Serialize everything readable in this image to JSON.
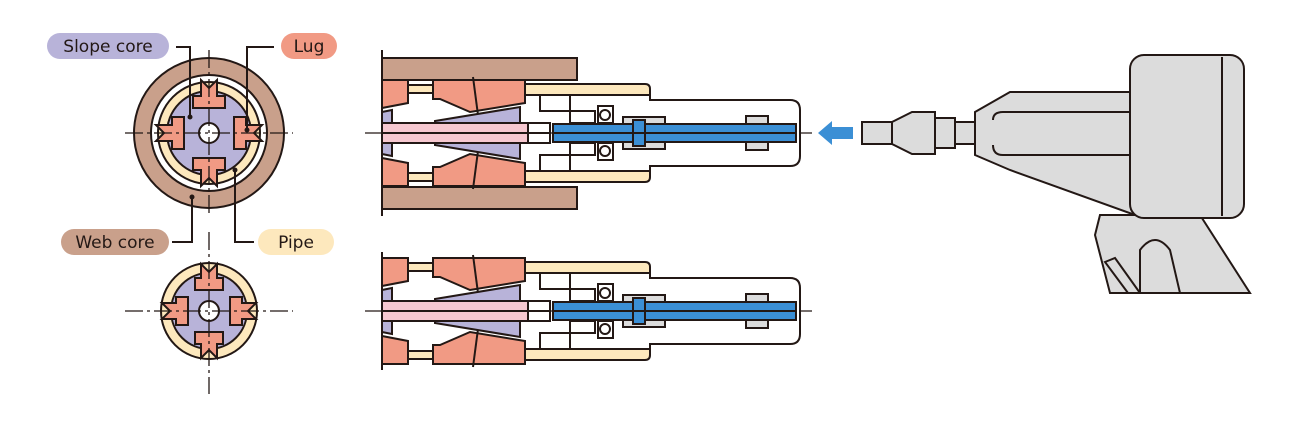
{
  "labels": {
    "slope_core": "Slope core",
    "lug": "Lug",
    "web_core": "Web core",
    "pipe": "Pipe"
  },
  "colors": {
    "web_core": "#c9a08b",
    "lug": "#f19a84",
    "slope_core": "#b8b3d9",
    "pipe": "#fde8bd",
    "rod": "#f7c8d0",
    "bolt": "#3b8fd5",
    "gray": "#dcdcdc",
    "arrow": "#3b8fd5"
  }
}
